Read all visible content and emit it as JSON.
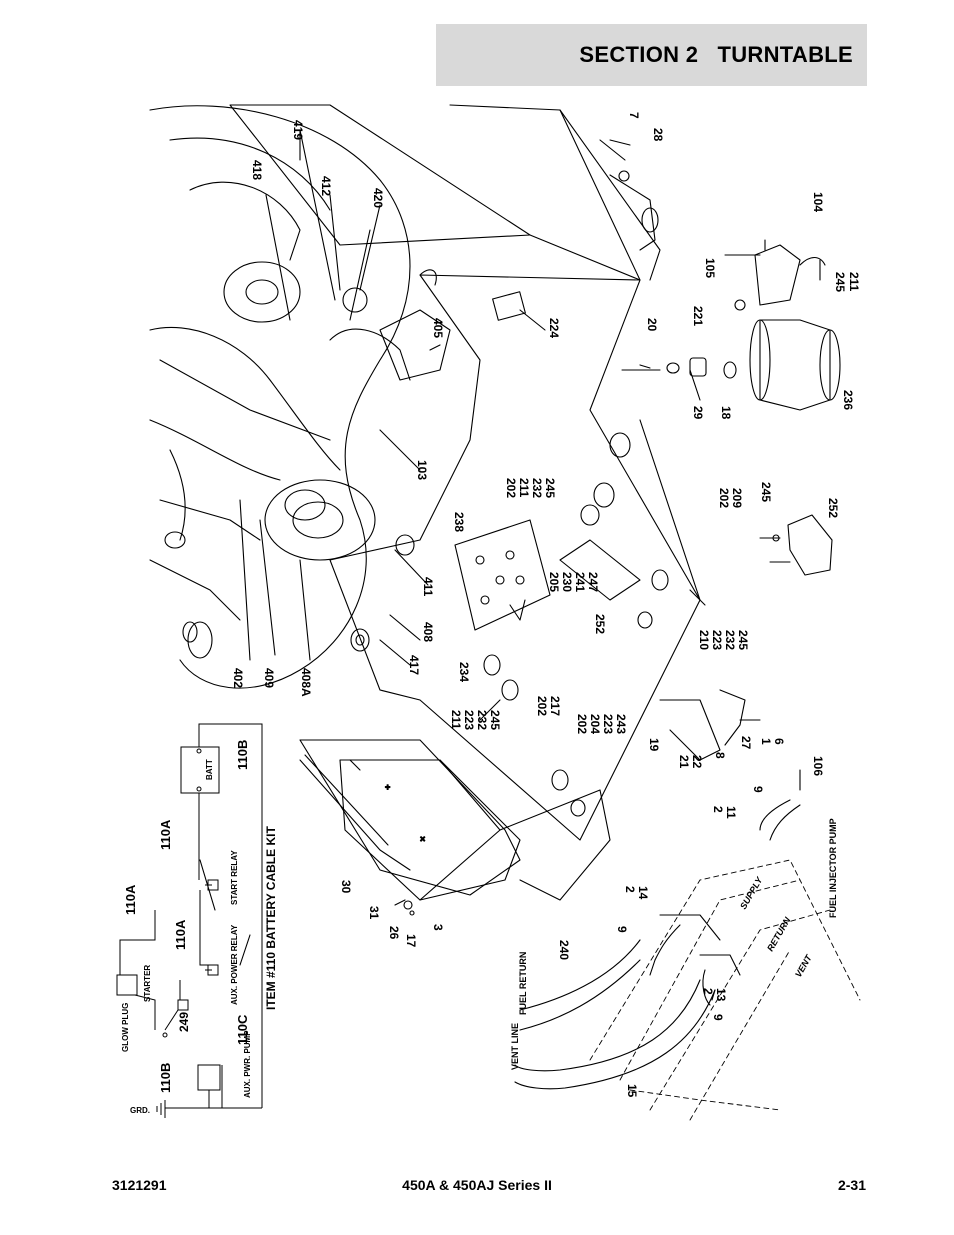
{
  "header": {
    "title": "SECTION 2   TURNTABLE"
  },
  "footer": {
    "doc_number": "3121291",
    "model": "450A & 450AJ Series II",
    "page": "2-31"
  },
  "diagram": {
    "kit_title": "ITEM #110 BATTERY CABLE KIT",
    "schematic_labels": {
      "glow_plug": "GLOW PLUG",
      "starter": "STARTER",
      "aux_power_relay": "AUX. POWER RELAY",
      "start_relay": "START RELAY",
      "aux_pwr_pump": "AUX. PWR. PUMP",
      "batt": "BATT",
      "grd": "GRD.",
      "c110a_1": "110A",
      "c110a_2": "110A",
      "c110a_3": "110A",
      "c110b_1": "110B",
      "c110b_2": "110B",
      "c110c": "110C",
      "c249": "249"
    },
    "fuel_labels": {
      "fuel_return": "FUEL RETURN",
      "vent_line": "VENT LINE",
      "fuel_injector_pump": "FUEL INJECTOR PUMP",
      "supply": "SUPPLY",
      "return": "RETURN",
      "vent": "VENT"
    },
    "callouts": {
      "c7": "7",
      "c28": "28",
      "c104": "104",
      "c105": "105",
      "c245a": "245",
      "c211a": "211",
      "c221": "221",
      "c20": "20",
      "c224": "224",
      "c29": "29",
      "c18": "18",
      "c236": "236",
      "c419": "419",
      "c418": "418",
      "c412": "412",
      "c420": "420",
      "c405": "405",
      "c103": "103",
      "c238": "238",
      "c202a": "202",
      "c211b": "211",
      "c232a": "232",
      "c245b": "245",
      "c202b": "202",
      "c209": "209",
      "c245c": "245",
      "c252a": "252",
      "c205": "205",
      "c230": "230",
      "c241": "241",
      "c247": "247",
      "c411": "411",
      "c408": "408",
      "c417": "417",
      "c252b": "252",
      "c210": "210",
      "c223a": "223",
      "c232b": "232",
      "c245d": "245",
      "c402": "402",
      "c409": "409",
      "c408a": "408A",
      "c234": "234",
      "c211c": "211",
      "c223b": "223",
      "c232c": "232",
      "c245e": "245",
      "c202c": "202",
      "c217": "217",
      "c202d": "202",
      "c204": "204",
      "c223c": "223",
      "c243": "243",
      "c19": "19",
      "c21": "21",
      "c22": "22",
      "c8": "8",
      "c27": "27",
      "c1": "1",
      "c6": "6",
      "c106": "106",
      "c9a": "9",
      "c2a": "2",
      "c11": "11",
      "c30": "30",
      "c31": "31",
      "c26": "26",
      "c17": "17",
      "c3": "3",
      "c240": "240",
      "c2b": "2",
      "c14": "14",
      "c9b": "9",
      "c2c": "2",
      "c13": "13",
      "c9c": "9",
      "c15": "15"
    }
  }
}
